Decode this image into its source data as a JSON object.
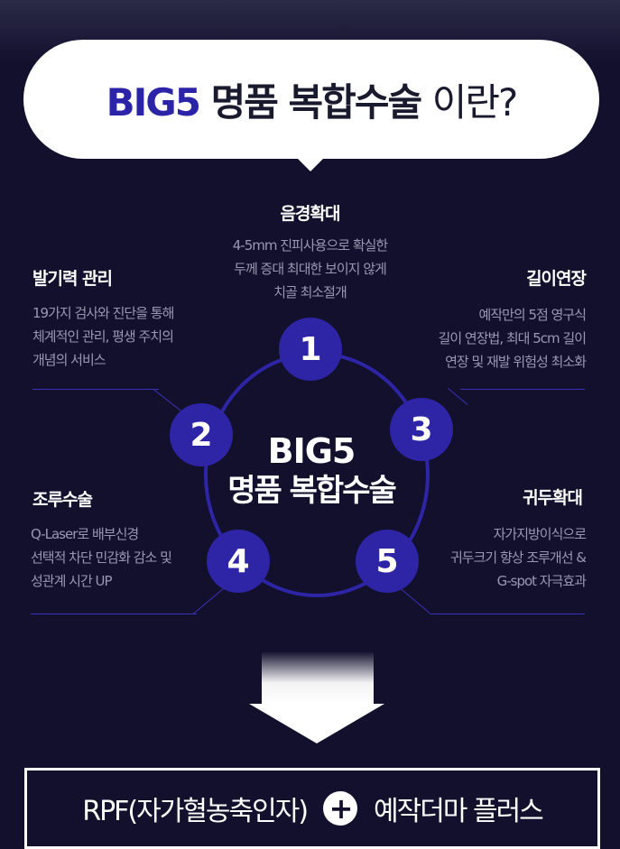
{
  "header": {
    "title_brand": "BIG5",
    "title_main": "명품 복합수술",
    "title_tail": "이란?"
  },
  "center": {
    "line1": "BIG5",
    "line2": "명품 복합수술"
  },
  "nodes": [
    "1",
    "2",
    "3",
    "4",
    "5"
  ],
  "features": {
    "f1": {
      "title": "음경확대",
      "desc": [
        "4-5mm 진피사용으로 확실한",
        "두께 증대 최대한 보이지 않게",
        "치골 최소절개"
      ]
    },
    "f2": {
      "title": "발기력 관리",
      "desc": [
        "19가지 검사와 진단을 통해",
        "체계적인 관리, 평생 주치의",
        "개념의 서비스"
      ]
    },
    "f3": {
      "title": "길이연장",
      "desc": [
        "예작만의 5점 영구식",
        "길이 연장법,  최대 5cm 길이",
        "연장 및 재발 위험성 최소화"
      ]
    },
    "f4": {
      "title": "조루수술",
      "desc": [
        "Q-Laser로 배부신경",
        "선택적 차단 민감화 감소 및",
        "성관계 시간 UP"
      ]
    },
    "f5": {
      "title": "귀두확대",
      "desc": [
        "자가지방이식으로",
        "귀두크기 향상 조루개선 &",
        "G-spot 자극효과"
      ]
    }
  },
  "bottom": {
    "left": "RPF(자가혈농축인자)",
    "plus": "+",
    "right": "예작더마 플러스"
  },
  "colors": {
    "background": "#13102e",
    "accent": "#2e24a6",
    "brand": "#2b23a8"
  }
}
